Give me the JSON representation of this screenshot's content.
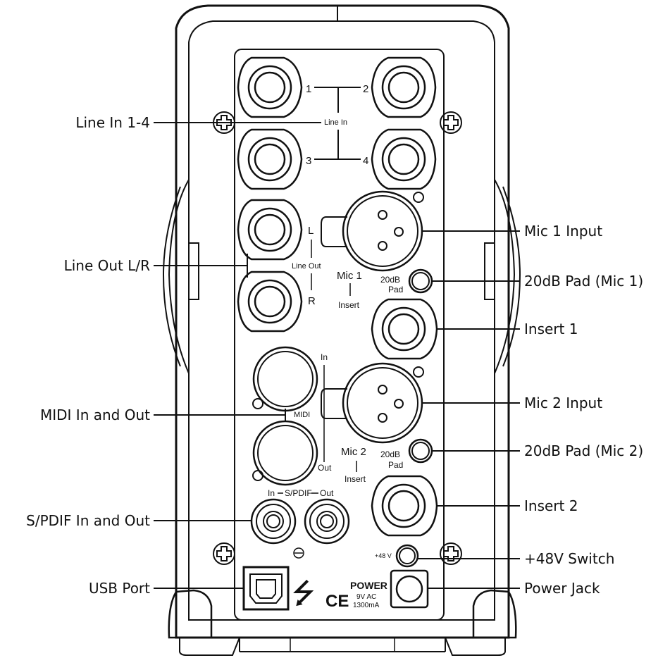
{
  "callouts": {
    "line_in": "Line In 1-4",
    "line_out": "Line Out L/R",
    "midi": "MIDI In and Out",
    "spdif": "S/PDIF In and Out",
    "usb": "USB Port",
    "mic1_input": "Mic 1 Input",
    "pad_mic1": "20dB Pad (Mic 1)",
    "insert1": "Insert 1",
    "mic2_input": "Mic 2 Input",
    "pad_mic2": "20dB Pad (Mic 2)",
    "insert2": "Insert 2",
    "phantom": "+48V Switch",
    "power_jack": "Power Jack"
  },
  "panel": {
    "jack1": "1",
    "jack2": "2",
    "jack3": "3",
    "jack4": "4",
    "line_in": "Line In",
    "left": "L",
    "line_out": "Line Out",
    "right": "R",
    "mic1": "Mic 1",
    "mic2": "Mic 2",
    "insert": "Insert",
    "pad_20db": "20dB",
    "pad": "Pad",
    "midi": "MIDI",
    "midi_in": "In",
    "midi_out": "Out",
    "spdif_in": "In",
    "spdif": "S/PDIF",
    "spdif_out": "Out",
    "plus48v": "+48 V",
    "power": "POWER",
    "power_voltage": "9V AC",
    "power_current": "1300mA",
    "ce_mark": "CE",
    "usb_symbol": "⭍"
  }
}
